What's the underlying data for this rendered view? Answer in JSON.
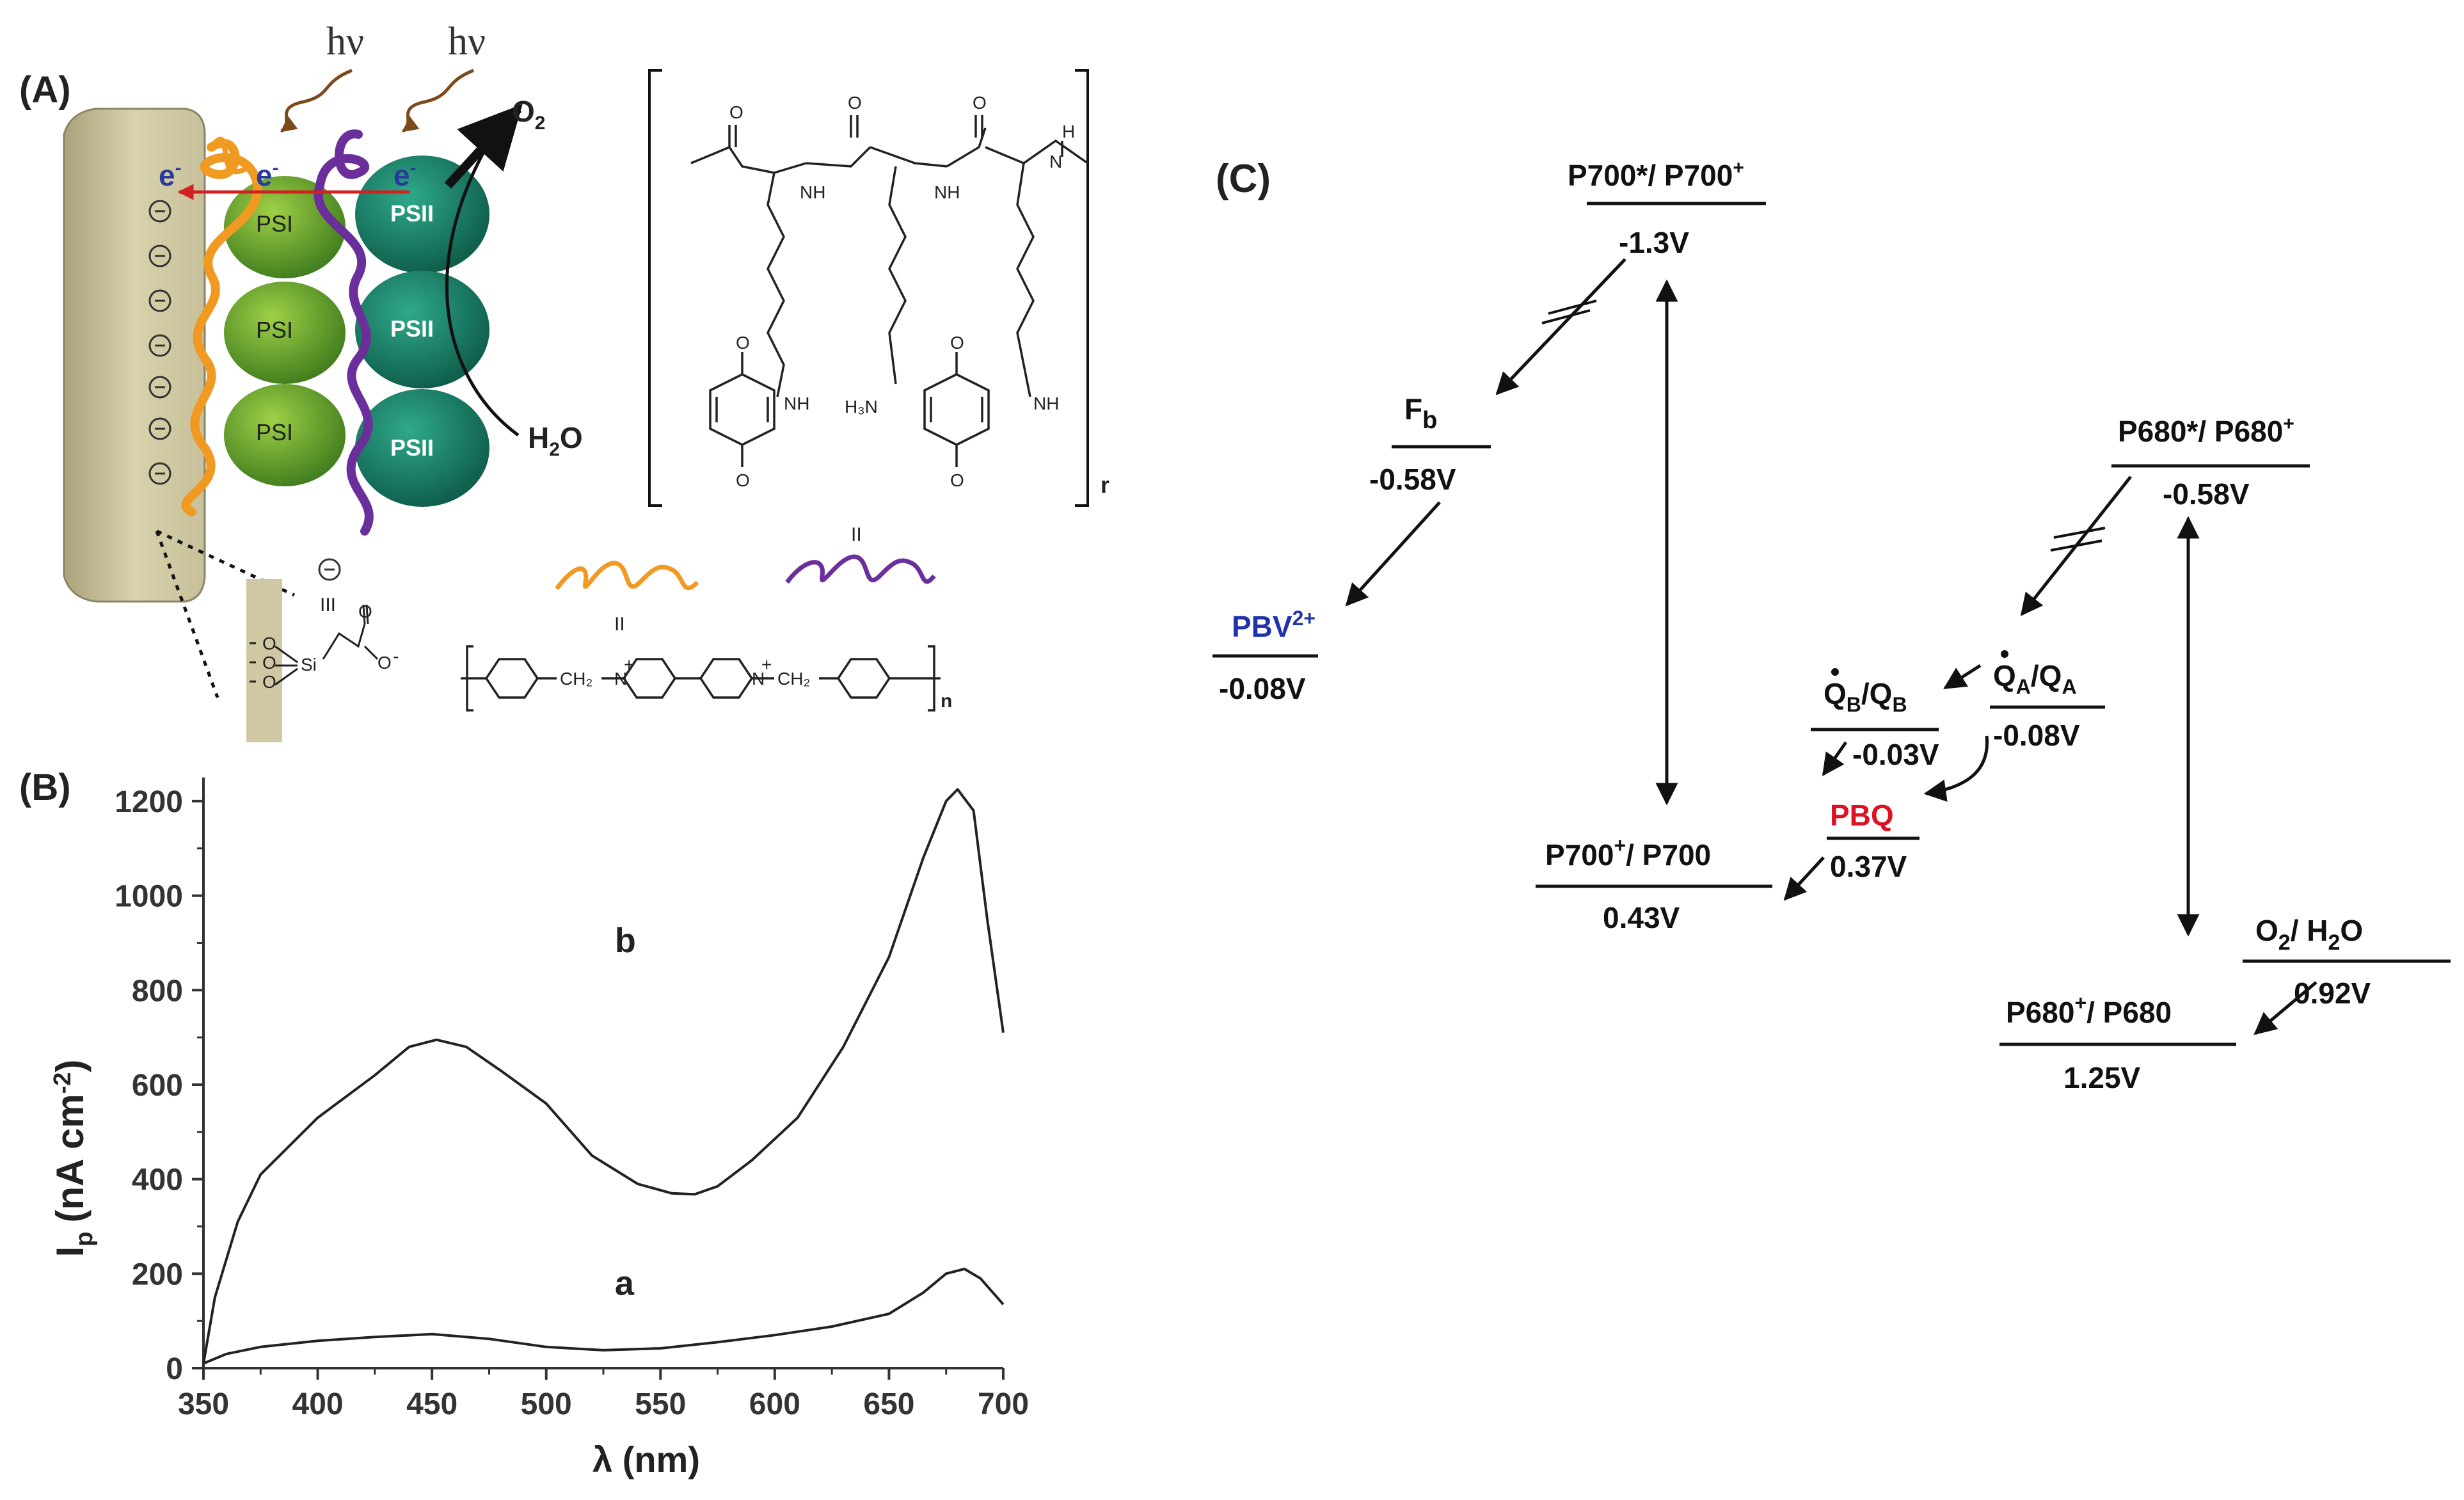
{
  "panels": {
    "A": {
      "label": "(A)",
      "photon_labels": [
        "hν",
        "hν"
      ],
      "o2": "O",
      "o2_sub": "2",
      "h2o": "H",
      "h2o_sub": "2",
      "h2o_tail": "O",
      "electron": "e",
      "electron_sup": "-",
      "psi": "PSI",
      "psii": "PSII",
      "r": "r",
      "n": "n",
      "equals": "II",
      "equals_three": "III",
      "chem": {
        "nh": "NH",
        "h": "H",
        "n": "N",
        "h3n": "H₃N",
        "o": "O",
        "si": "Si",
        "ch2": "CH₂",
        "n_plus": "N",
        "plus": "+",
        "coo": "O",
        "minus": "-"
      }
    },
    "B": {
      "label": "(B)"
    },
    "C": {
      "label": "(C)",
      "levels": [
        {
          "id": "p700-star",
          "name": "P700*/ P700",
          "sup": "+",
          "value": "-1.3V"
        },
        {
          "id": "fb",
          "name": "F",
          "sub": "b",
          "value": "-0.58V"
        },
        {
          "id": "pbv",
          "name": "PBV",
          "sup": "2+",
          "value": "-0.08V"
        },
        {
          "id": "p680-star",
          "name": "P680*/ P680",
          "sup": "+",
          "value": "-0.58V"
        },
        {
          "id": "qb",
          "name": "Q",
          "value": "-0.03V"
        },
        {
          "id": "qa",
          "name": "Q",
          "value": "-0.08V"
        },
        {
          "id": "pbq",
          "name": "PBQ",
          "value": "0.37V"
        },
        {
          "id": "p700",
          "name": "P700",
          "sup": "+",
          "name2": "/ P700",
          "value": "0.43V"
        },
        {
          "id": "o2h2o",
          "name": "O",
          "sub": "2",
          "name2": "/ H",
          "sub2": "2",
          "name3": "O",
          "value": "0.92V"
        },
        {
          "id": "p680",
          "name": "P680",
          "sup": "+",
          "name2": "/ P680",
          "value": "1.25V"
        }
      ],
      "q_labels": {
        "qb_sub": "B",
        "qb_tail": "/Q",
        "qa_sub": "A",
        "qa_tail": "/Q"
      },
      "colors": {
        "pbv": "#2233aa",
        "pbq": "#dd1122"
      }
    }
  },
  "chart_data": {
    "type": "line",
    "title": "",
    "xlabel": "λ (nm)",
    "ylabel": "I",
    "ylabel_sub": "p",
    "ylabel_unit": "(nA cm",
    "ylabel_unit_sup": "-2",
    "ylabel_unit_tail": ")",
    "xlim": [
      350,
      700
    ],
    "ylim": [
      0,
      1250
    ],
    "xticks": [
      350,
      400,
      450,
      500,
      550,
      600,
      650,
      700
    ],
    "yticks": [
      0,
      200,
      400,
      600,
      800,
      1000,
      1200
    ],
    "grid": false,
    "series": [
      {
        "name": "a",
        "x": [
          350,
          360,
          375,
          400,
          425,
          450,
          475,
          500,
          525,
          550,
          575,
          600,
          625,
          650,
          665,
          675,
          683,
          690,
          700
        ],
        "y": [
          10,
          30,
          45,
          58,
          66,
          72,
          62,
          45,
          38,
          42,
          55,
          70,
          88,
          115,
          160,
          200,
          210,
          190,
          135
        ]
      },
      {
        "name": "b",
        "x": [
          350,
          355,
          365,
          375,
          400,
          425,
          440,
          452,
          465,
          480,
          500,
          520,
          540,
          555,
          565,
          575,
          590,
          610,
          630,
          650,
          665,
          675,
          680,
          687,
          693,
          700
        ],
        "y": [
          10,
          150,
          310,
          410,
          530,
          620,
          680,
          695,
          680,
          630,
          560,
          450,
          390,
          370,
          368,
          385,
          440,
          530,
          680,
          870,
          1080,
          1200,
          1225,
          1180,
          950,
          710
        ]
      }
    ]
  }
}
